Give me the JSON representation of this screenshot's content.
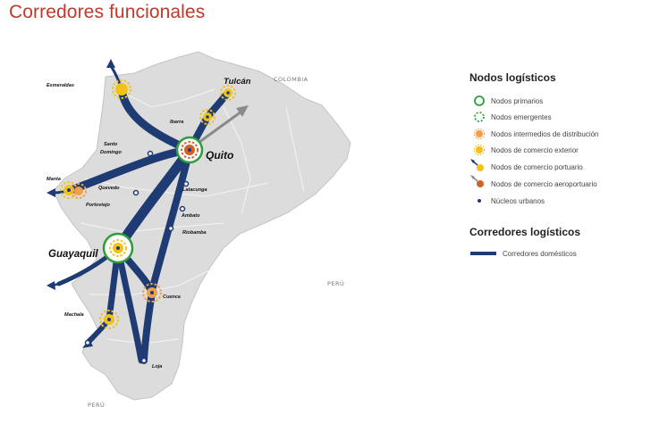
{
  "title": "Corredores funcionales",
  "colors": {
    "title": "#c0392b",
    "corridor": "#1f3b73",
    "map_land": "#dcdcdc",
    "primary_node": "#2e9e3c",
    "emerging_node": "#2e9e3c",
    "distribution_node": "#f0a04b",
    "foreign_trade_node": "#f2c21b",
    "airport_node": "#d2602a",
    "urban_node": "#1f3b73"
  },
  "countries": {
    "north": "COLOMBIA",
    "east": "PERÚ",
    "south": "PERÚ"
  },
  "cities": {
    "esmeraldas": "Esmeraldas",
    "tulcan": "Tulcán",
    "ibarra": "Ibarra",
    "quito": "Quito",
    "santo": "Santo",
    "domingo": "Domingo",
    "manta": "Manta",
    "quevedo": "Quevedo",
    "portoviejo": "Portoviejo",
    "latacunga": "Latacunga",
    "ambato": "Ambato",
    "riobamba": "Riobamba",
    "guayaquil": "Guayaquil",
    "cuenca": "Cuenca",
    "machala": "Machala",
    "loja": "Loja"
  },
  "legend": {
    "nodes_title": "Nodos logísticos",
    "items": [
      {
        "label": "Nodos primarios",
        "icon": "primary-node-icon"
      },
      {
        "label": "Nodos emergentes",
        "icon": "emerging-node-icon"
      },
      {
        "label": "Nodos intermedios de distribución",
        "icon": "distribution-node-icon"
      },
      {
        "label": "Nodos de comercio exterior",
        "icon": "foreign-trade-node-icon"
      },
      {
        "label": "Nodos de comercio portuario",
        "icon": "port-node-icon"
      },
      {
        "label": "Nodos de comercio aeroportuario",
        "icon": "airport-node-icon"
      },
      {
        "label": "Núcleos urbanos",
        "icon": "urban-core-icon"
      }
    ],
    "corridors_title": "Corredores logísticos",
    "corridor_label": "Corredores domésticos"
  }
}
